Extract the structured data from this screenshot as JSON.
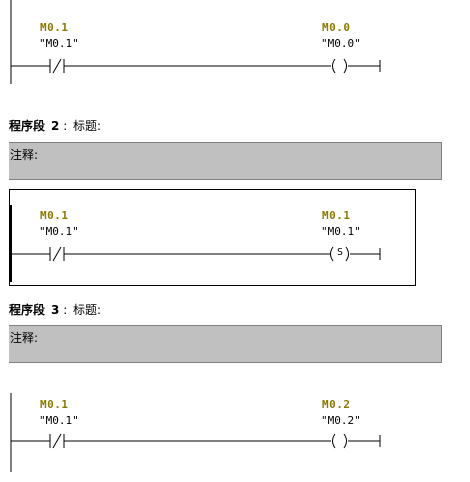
{
  "networks": [
    {
      "number": "",
      "heading": "",
      "contact": {
        "address": "M0.1",
        "symbol": "\"M0.1\"",
        "type": "normally-closed"
      },
      "coil": {
        "address": "M0.0",
        "symbol": "\"M0.0\"",
        "type": "output",
        "mark": ""
      }
    },
    {
      "number": "2",
      "heading": "程序段",
      "title_label": "标题:",
      "comment_label": "注释:",
      "contact": {
        "address": "M0.1",
        "symbol": "\"M0.1\"",
        "type": "normally-closed"
      },
      "coil": {
        "address": "M0.1",
        "symbol": "\"M0.1\"",
        "type": "set",
        "mark": "S"
      }
    },
    {
      "number": "3",
      "heading": "程序段",
      "title_label": "标题:",
      "comment_label": "注释:",
      "contact": {
        "address": "M0.1",
        "symbol": "\"M0.1\"",
        "type": "normally-closed"
      },
      "coil": {
        "address": "M0.2",
        "symbol": "\"M0.2\"",
        "type": "output",
        "mark": ""
      }
    }
  ],
  "colors": {
    "address_text": "#8a7a00",
    "comment_background": "#c0c0c0",
    "selection_marker": "#e6d200"
  }
}
